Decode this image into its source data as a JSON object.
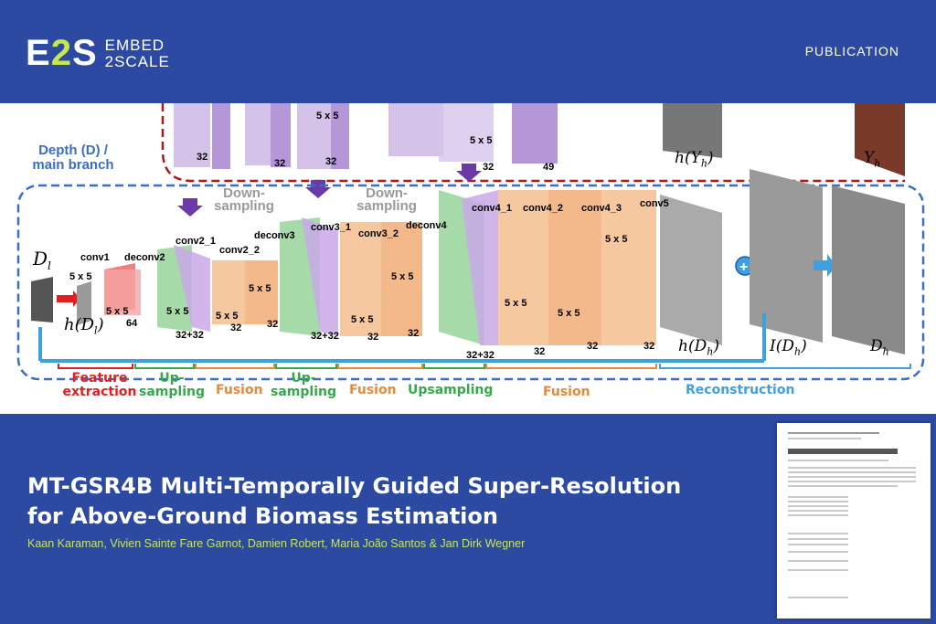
{
  "header": {
    "logo_mark_left": "E",
    "logo_mark_two": "2",
    "logo_mark_right": "S",
    "logo_line1": "EMBED",
    "logo_line2": "2SCALE",
    "publication_label": "PUBLICATION"
  },
  "figure": {
    "branch_label": "Depth (D) / main branch",
    "labels": {
      "dl": "D",
      "dl_sub": "l",
      "h_dl": "h(D",
      "h_dl_sub": "l",
      "h_yh": "h(Y",
      "h_yh_sub": "h",
      "yh": "Y",
      "yh_sub": "h",
      "h_dh": "h(D",
      "h_dh_sub": "h",
      "i_dh": "I(D",
      "i_dh_sub": "h",
      "dh": "D",
      "dh_sub": "h"
    },
    "layers": [
      "conv1",
      "deconv2",
      "conv2_1",
      "conv2_2",
      "deconv3",
      "conv3_1",
      "conv3_2",
      "deconv4",
      "conv4_1",
      "conv4_2",
      "conv4_3",
      "conv5"
    ],
    "kernel": "5 x 5",
    "channels": {
      "c64": "64",
      "c32": "32",
      "c3232": "32+32",
      "c49": "49"
    },
    "downsampling": "Down-sampling",
    "stages": {
      "feature_extraction": "Feature extraction",
      "upsampling_a": "Up-sampling",
      "fusion_a": "Fusion",
      "upsampling_b": "Up-sampling",
      "fusion_b": "Fusion",
      "upsampling_c": "Upsampling",
      "fusion_c": "Fusion",
      "reconstruction": "Reconstruction"
    },
    "colors": {
      "red": "#e02020",
      "green": "#36a84a",
      "orange": "#e68a3a",
      "blue": "#3ea0e0",
      "dashblue": "#3a6fc4",
      "dashred": "#b01818",
      "purple": "#6a3aa8"
    }
  },
  "publication": {
    "title": "MT-GSR4B Multi-Temporally Guided Super-Resolution for Above-Ground Biomass Estimation",
    "authors": "Kaan Karaman, Vivien Sainte Fare Garnot, Damien Robert, Maria João Santos & Jan Dirk Wegner"
  }
}
